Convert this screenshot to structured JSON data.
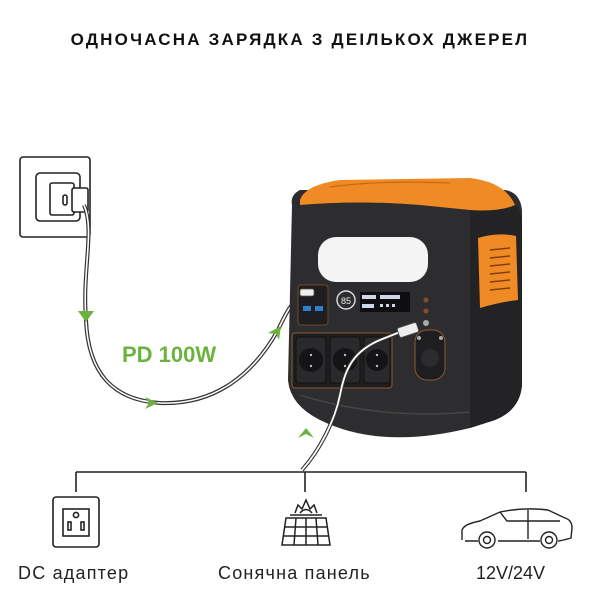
{
  "title": "ОДНОЧАСНА ЗАРЯДКА З ДЕІЛЬКОХ ДЖЕРЕЛ",
  "cable_label": "PD 100W",
  "colors": {
    "accent_green": "#6cb33e",
    "device_orange": "#f08a24",
    "device_body": "#2d2d2f",
    "line": "#222222"
  },
  "device": {
    "name": "portable-power-station",
    "display_battery": "85"
  },
  "sources": [
    {
      "icon": "dc-socket-icon",
      "label": "DC адаптер"
    },
    {
      "icon": "solar-panel-icon",
      "label": "Сонячна панель"
    },
    {
      "icon": "car-icon",
      "label": "12V/24V"
    }
  ]
}
